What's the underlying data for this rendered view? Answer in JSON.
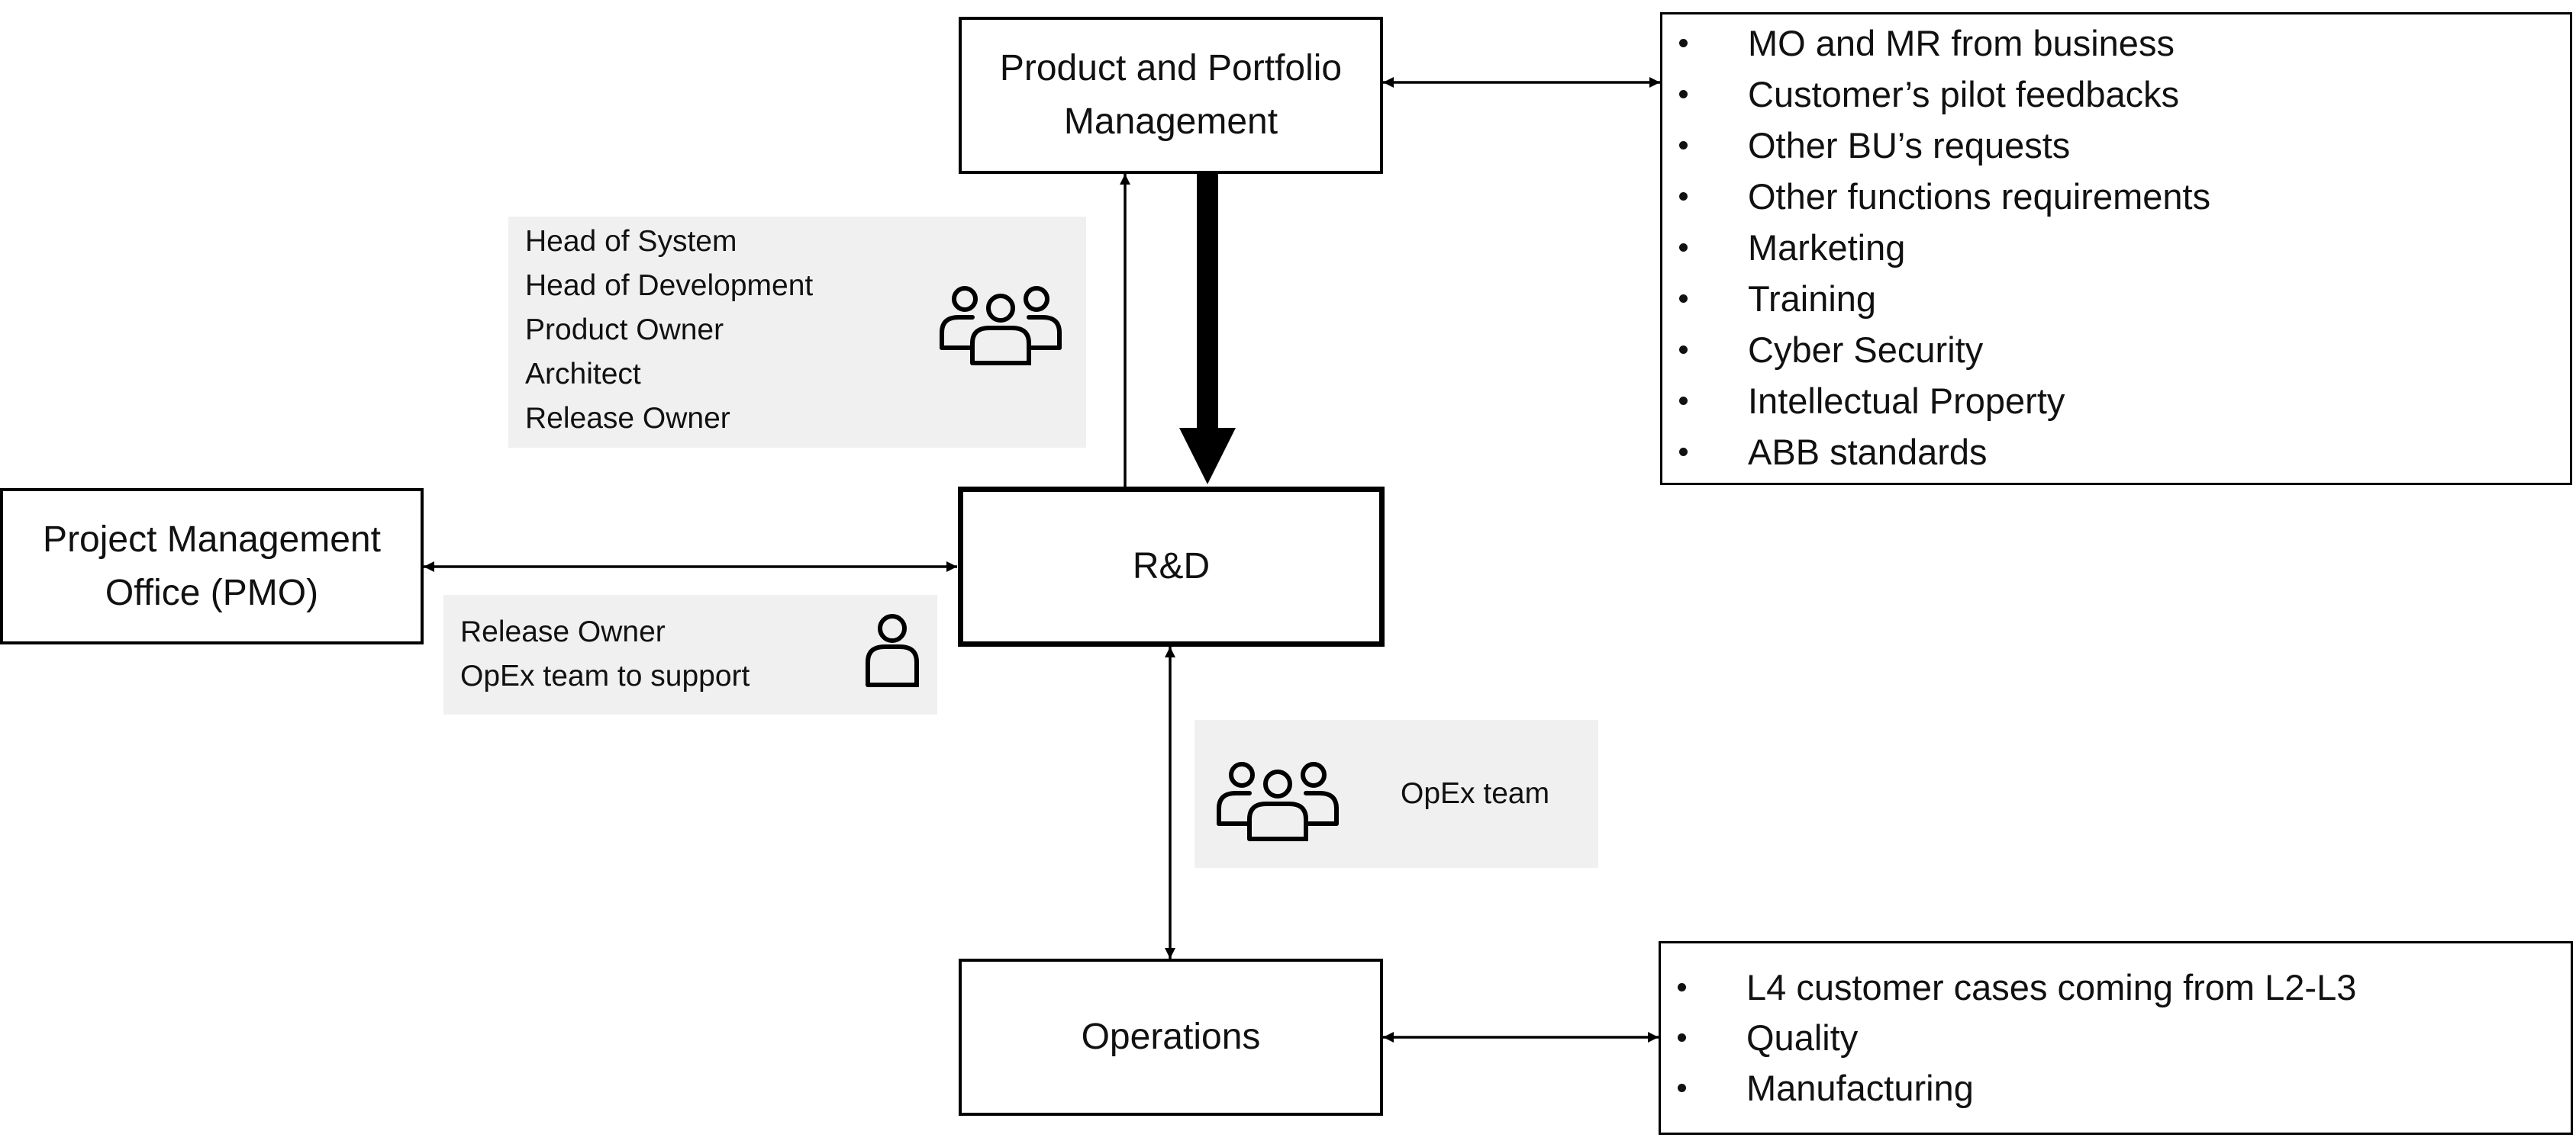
{
  "nodes": {
    "ppm": "Product and Portfolio\nManagement",
    "rnd": "R&D",
    "pmo": "Project Management\nOffice (PMO)",
    "operations": "Operations"
  },
  "roles_top": [
    "Head of System",
    "Head of Development",
    "Product  Owner",
    "Architect",
    "Release Owner"
  ],
  "roles_pmo": [
    "Release Owner",
    "OpEx team to support"
  ],
  "roles_ops": {
    "label": "OpEx team"
  },
  "inputs_top": [
    "MO and MR from business",
    "Customer’s pilot feedbacks",
    "Other BU’s requests",
    "Other functions requirements",
    "Marketing",
    "Training",
    "Cyber Security",
    "Intellectual Property",
    "ABB standards"
  ],
  "inputs_ops": [
    "L4 customer cases coming from L2-L3",
    "Quality",
    "Manufacturing"
  ],
  "icons": {
    "group": "group-people-icon",
    "person": "person-icon"
  },
  "colors": {
    "panel": "#f0f0f0",
    "line": "#000000"
  }
}
